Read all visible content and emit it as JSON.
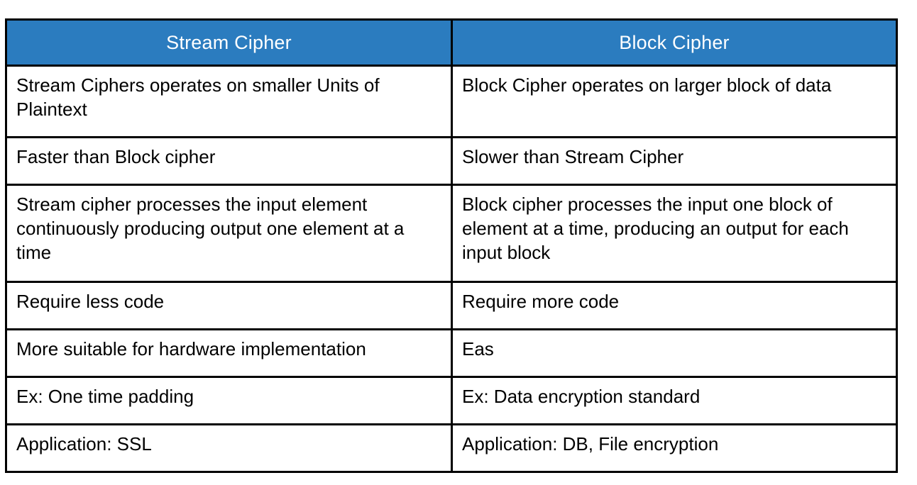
{
  "table": {
    "headers": [
      {
        "label": "Stream Cipher"
      },
      {
        "label": "Block Cipher"
      }
    ],
    "header_background": "#2B7CBF",
    "header_text_color": "#FFFFFF",
    "border_color": "#000000",
    "body_text_color": "#000000",
    "rows": [
      {
        "left": "Stream Ciphers operates on smaller Units of Plaintext",
        "right": "Block Cipher operates on larger block of data"
      },
      {
        "left": "Faster than Block cipher",
        "right": "Slower than Stream Cipher"
      },
      {
        "left": "Stream cipher processes the input element continuously producing output one element at a time",
        "right": "Block cipher processes the input one block of element at a time, producing an output for each input block"
      },
      {
        "left": "Require less code",
        "right": "Require more code"
      },
      {
        "left": "More suitable for hardware implementation",
        "right": "Eas"
      },
      {
        "left": "Ex: One time padding",
        "right": "Ex: Data encryption standard"
      },
      {
        "left": "Application: SSL",
        "right": "Application: DB, File encryption"
      }
    ]
  }
}
